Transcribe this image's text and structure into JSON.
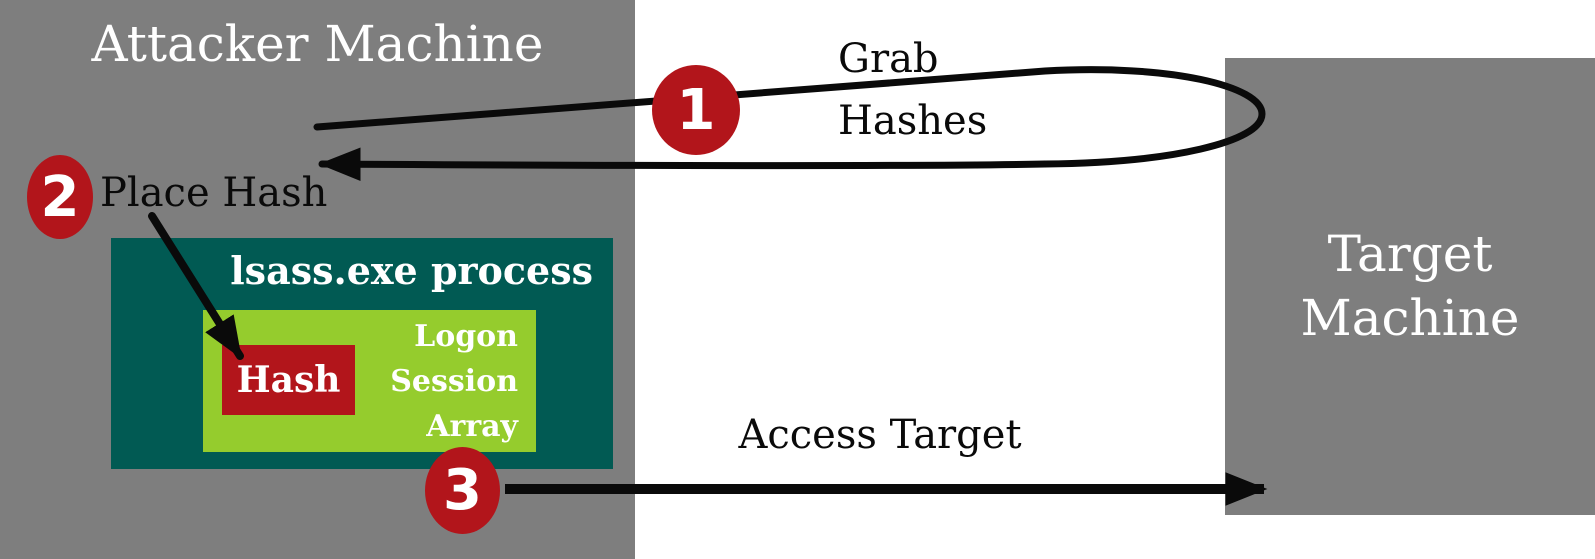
{
  "machines": {
    "attacker": {
      "label": "Attacker Machine"
    },
    "target": {
      "label": "Target Machine",
      "lines": [
        "Target",
        "Machine"
      ]
    }
  },
  "process": {
    "title": "lsass.exe process",
    "array": {
      "label": "Logon Session Array",
      "lines": [
        "Logon",
        "Session",
        "Array"
      ]
    },
    "hash": {
      "label": "Hash"
    }
  },
  "steps": [
    {
      "number": "1",
      "label": "Grab Hashes",
      "label_lines": [
        "Grab",
        "Hashes"
      ]
    },
    {
      "number": "2",
      "label": "Place Hash"
    },
    {
      "number": "3",
      "label": "Access Target"
    }
  ],
  "colors": {
    "machine_gray": "#7e7e7e",
    "process_teal": "#015a53",
    "array_green": "#95cc2d",
    "accent_red": "#b2151b",
    "text_on_dark": "#ffffff",
    "arrow_black": "#0a0a0a"
  }
}
